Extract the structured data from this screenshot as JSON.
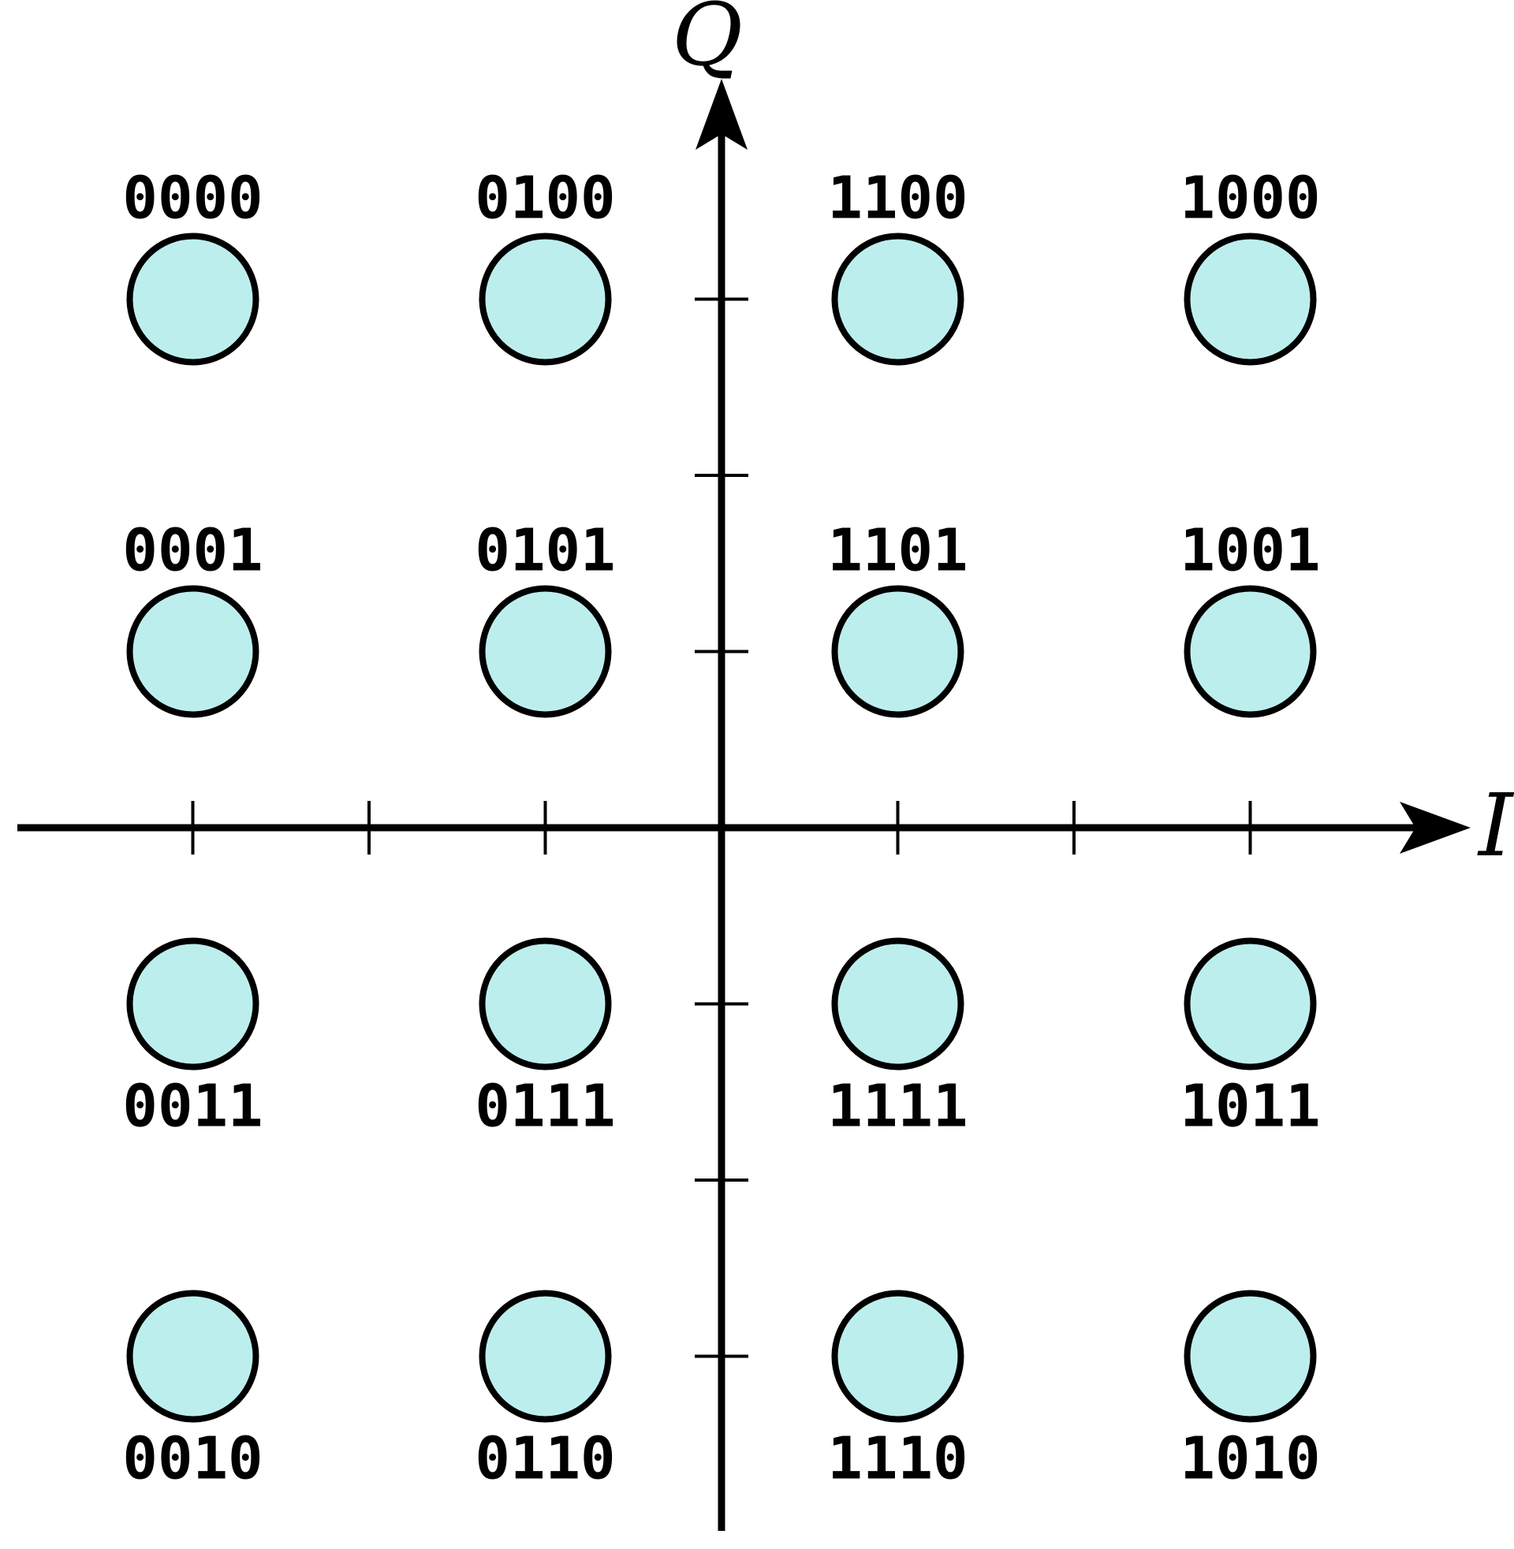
{
  "chart_data": {
    "type": "scatter",
    "xlabel": "I",
    "ylabel": "Q",
    "xlim": [
      -4,
      4
    ],
    "ylim": [
      -4,
      4
    ],
    "x_ticks": [
      -3,
      -2,
      -1,
      1,
      2,
      3
    ],
    "y_ticks": [
      -3,
      -2,
      -1,
      1,
      2,
      3
    ],
    "grid": false,
    "marker_fill": "#bdeeee",
    "marker_stroke": "#000000",
    "points": [
      {
        "x": -3,
        "y": 3,
        "label": "0000",
        "label_pos": "above"
      },
      {
        "x": -1,
        "y": 3,
        "label": "0100",
        "label_pos": "above"
      },
      {
        "x": 1,
        "y": 3,
        "label": "1100",
        "label_pos": "above"
      },
      {
        "x": 3,
        "y": 3,
        "label": "1000",
        "label_pos": "above"
      },
      {
        "x": -3,
        "y": 1,
        "label": "0001",
        "label_pos": "above"
      },
      {
        "x": -1,
        "y": 1,
        "label": "0101",
        "label_pos": "above"
      },
      {
        "x": 1,
        "y": 1,
        "label": "1101",
        "label_pos": "above"
      },
      {
        "x": 3,
        "y": 1,
        "label": "1001",
        "label_pos": "above"
      },
      {
        "x": -3,
        "y": -1,
        "label": "0011",
        "label_pos": "below"
      },
      {
        "x": -1,
        "y": -1,
        "label": "0111",
        "label_pos": "below"
      },
      {
        "x": 1,
        "y": -1,
        "label": "1111",
        "label_pos": "below"
      },
      {
        "x": 3,
        "y": -1,
        "label": "1011",
        "label_pos": "below"
      },
      {
        "x": -3,
        "y": -3,
        "label": "0010",
        "label_pos": "below"
      },
      {
        "x": -1,
        "y": -3,
        "label": "0110",
        "label_pos": "below"
      },
      {
        "x": 1,
        "y": -3,
        "label": "1110",
        "label_pos": "below"
      },
      {
        "x": 3,
        "y": -3,
        "label": "1010",
        "label_pos": "below"
      }
    ]
  }
}
